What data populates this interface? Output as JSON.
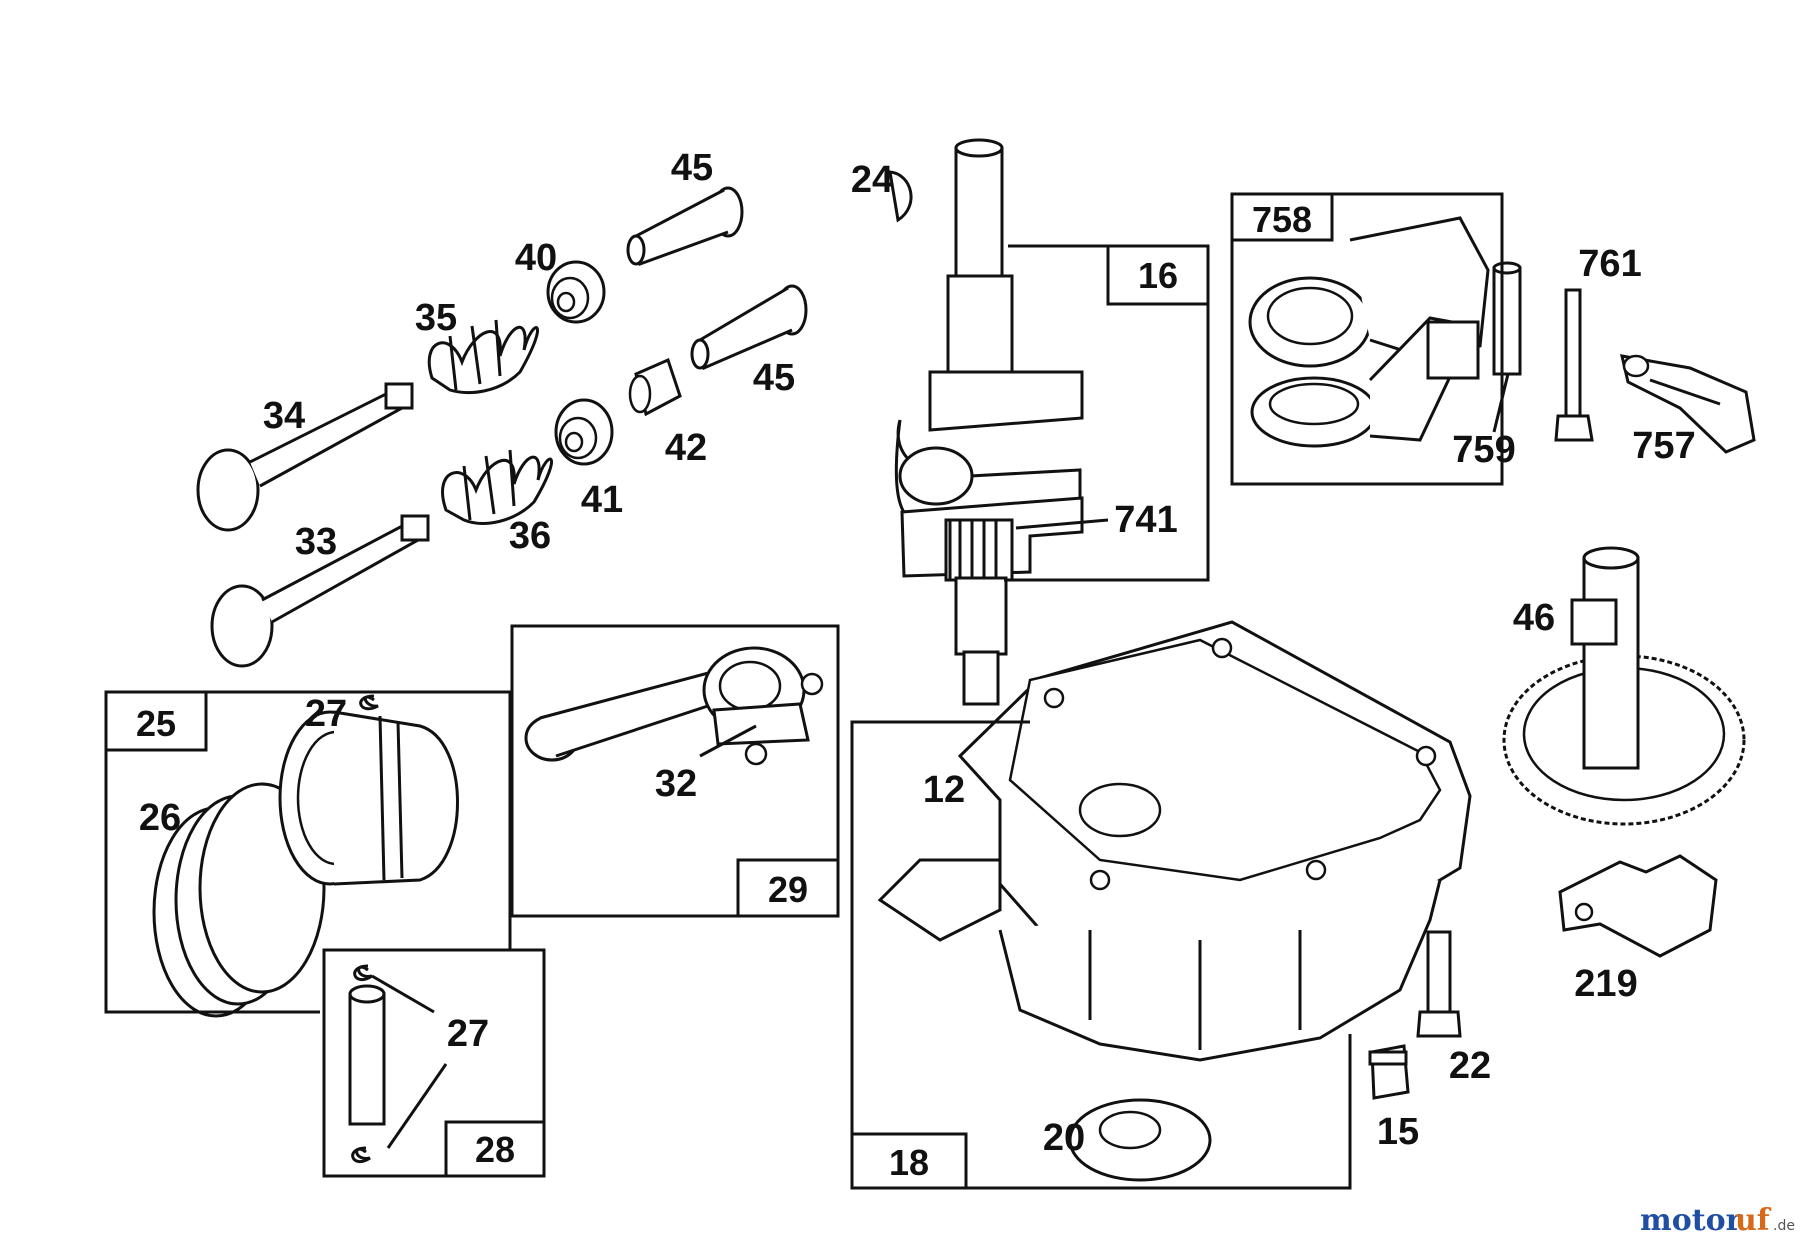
{
  "boxes": {
    "b16": "16",
    "b758": "758",
    "b25": "25",
    "b29": "29",
    "b28": "28",
    "b18": "18"
  },
  "labels": {
    "l45a": "45",
    "l24": "24",
    "l40": "40",
    "l35": "35",
    "l45b": "45",
    "l34": "34",
    "l42": "42",
    "l41": "41",
    "l36": "36",
    "l33": "33",
    "l741": "741",
    "l761": "761",
    "l759": "759",
    "l757": "757",
    "l46": "46",
    "l27a": "27",
    "l26": "26",
    "l32": "32",
    "l12": "12",
    "l27b": "27",
    "l219": "219",
    "l22": "22",
    "l20": "20",
    "l15": "15"
  },
  "watermark": {
    "part1": "motor",
    "part2": "uf",
    "suffix": ".de"
  }
}
